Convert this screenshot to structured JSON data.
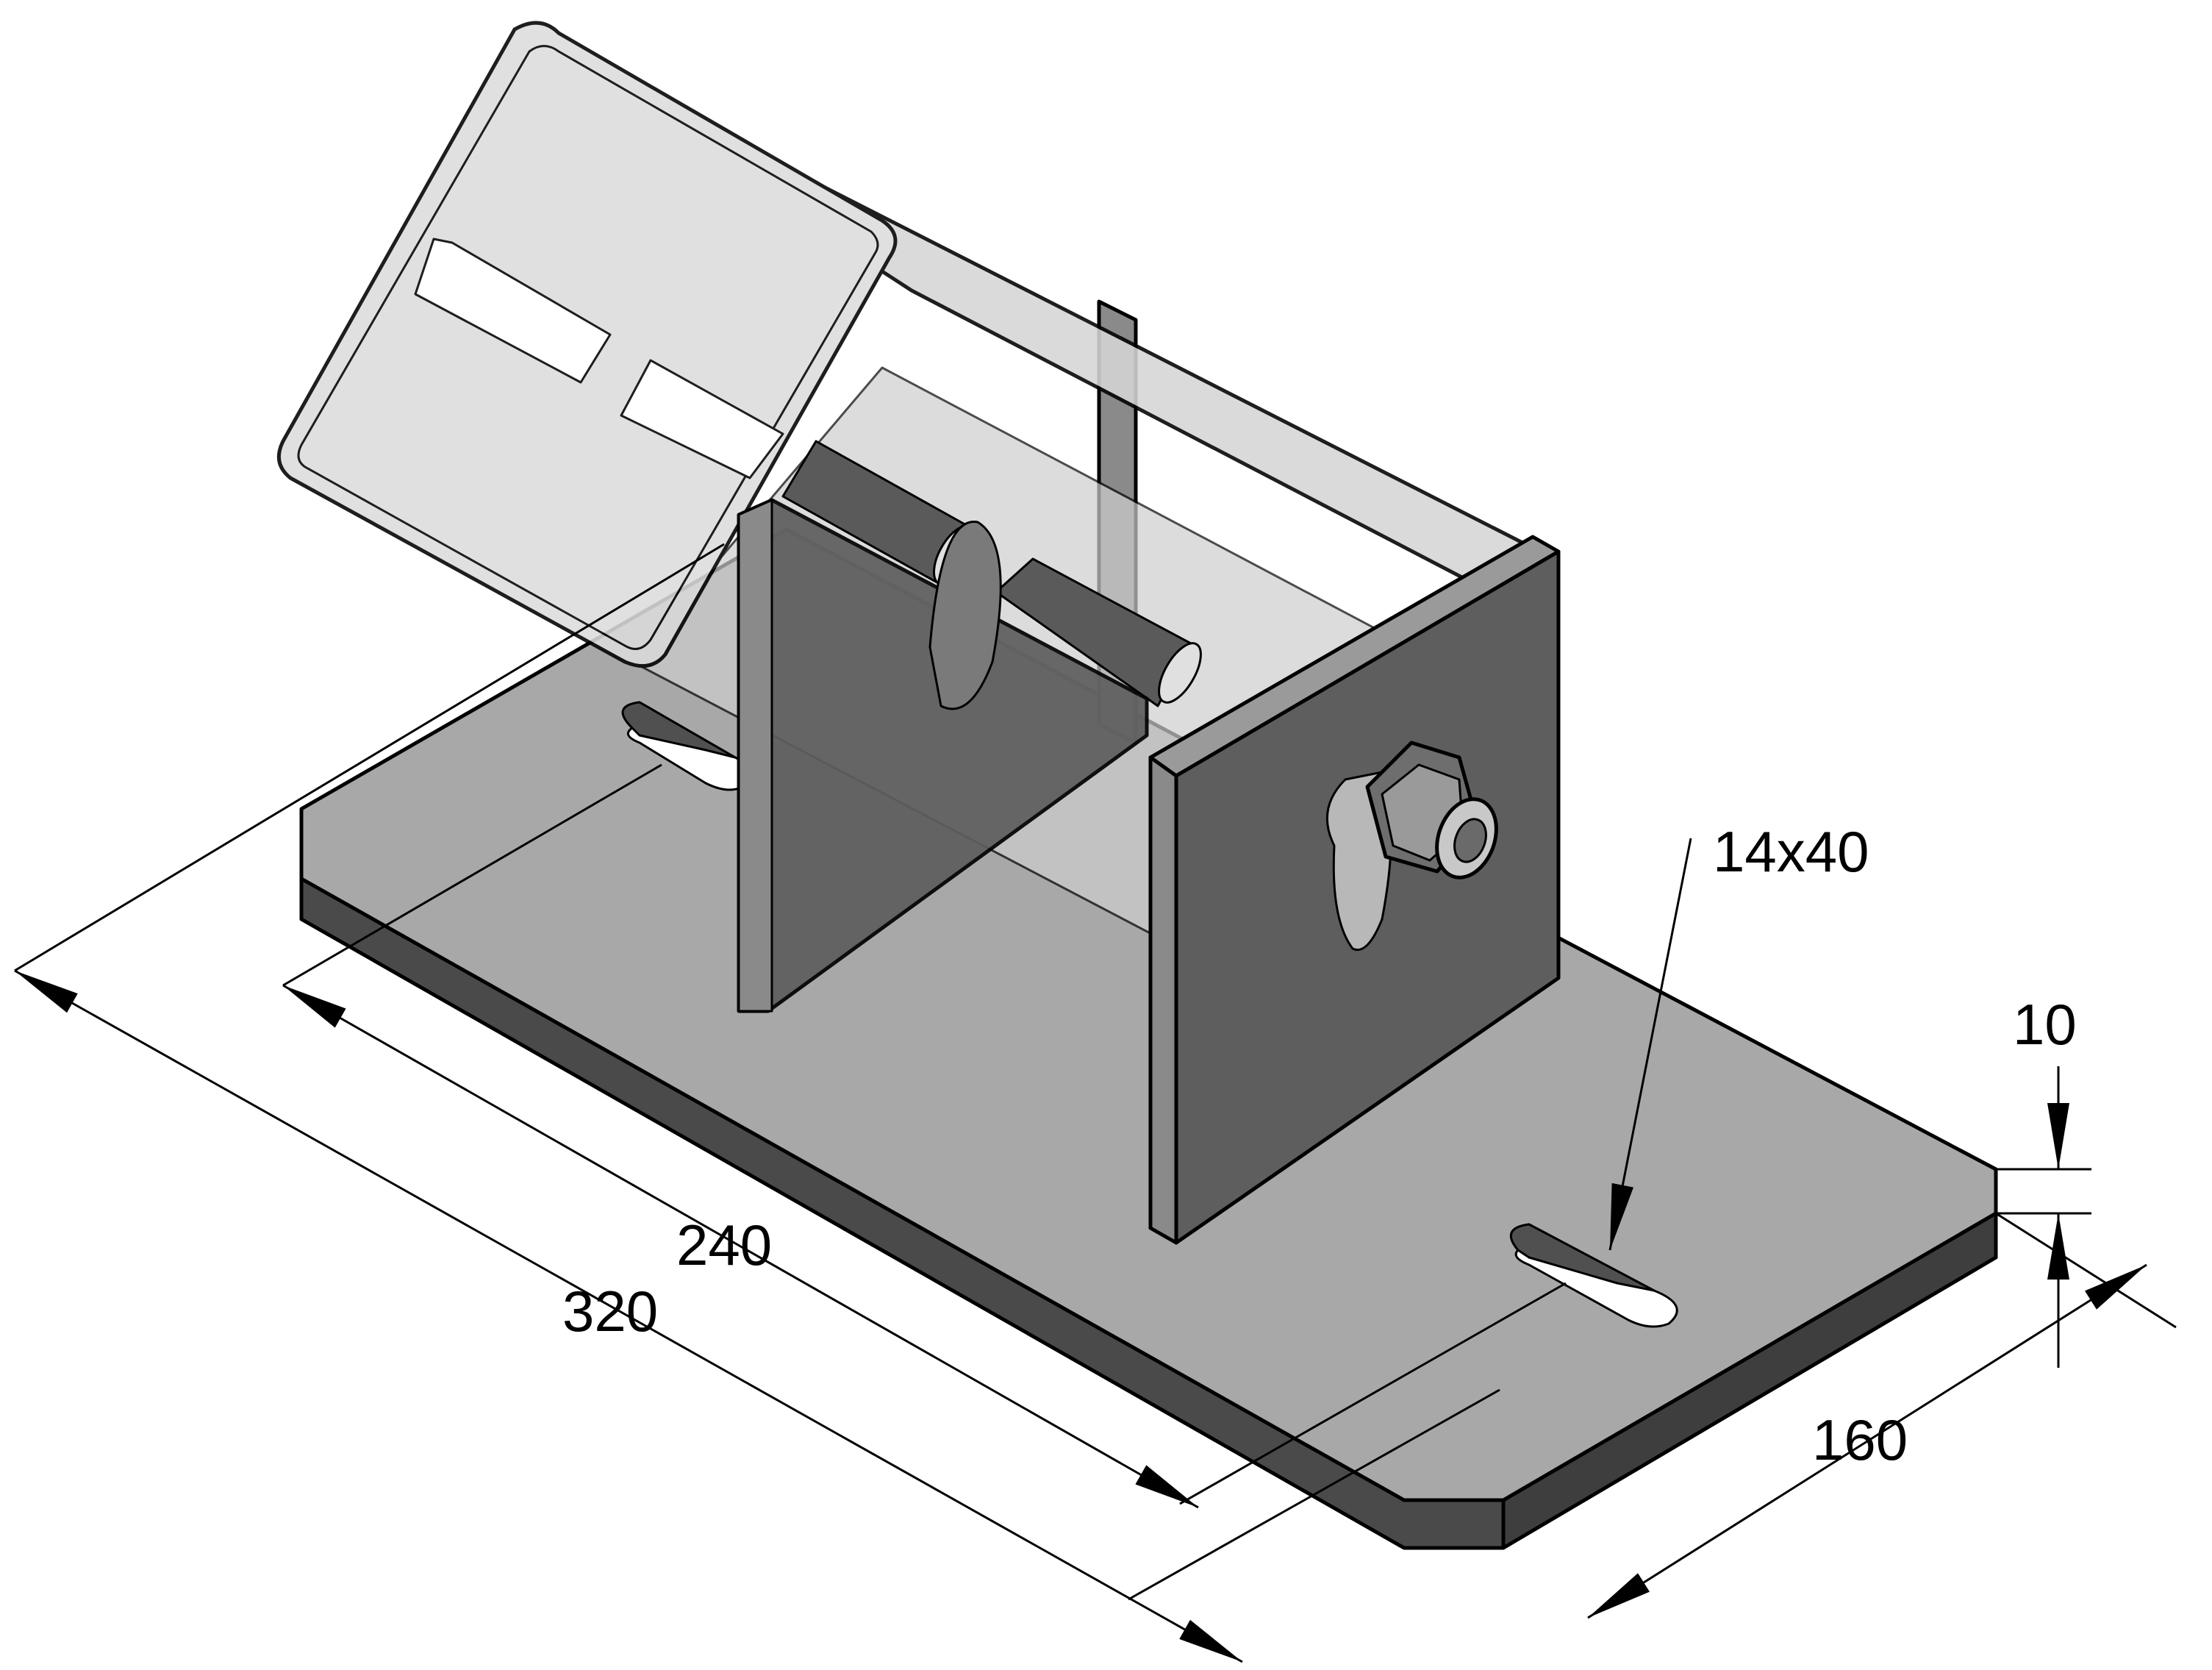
{
  "dimensions": {
    "overall_length": "320",
    "hole_spacing": "240",
    "width": "160",
    "thickness": "10",
    "slot_size": "14x40"
  },
  "colors": {
    "plate_top": "#a8a8a8",
    "plate_side": "#4a4a4a",
    "bracket_face": "#5e5e5e",
    "bracket_edge": "#8a8a8a",
    "channel": "#d9d9d9"
  }
}
